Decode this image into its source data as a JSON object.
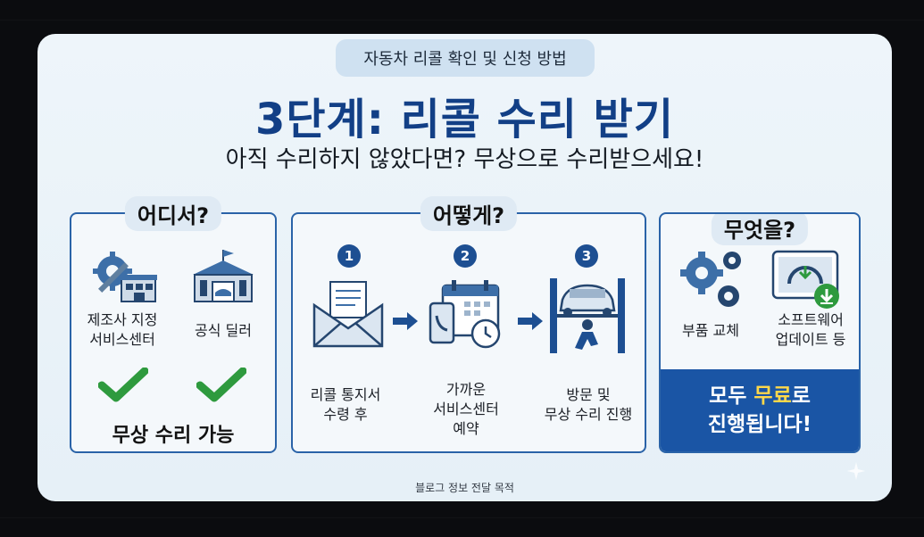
{
  "header": {
    "pill": "자동차 리콜 확인 및 신청 방법"
  },
  "title": "3단계: 리콜 수리 받기",
  "subtitle": "아직 수리하지 않았다면? 무상으로 수리받으세요!",
  "where": {
    "heading": "어디서?",
    "items": [
      {
        "label1": "제조사 지정",
        "label2": "서비스센터",
        "icon": "service-center-icon"
      },
      {
        "label1": "공식 딜러",
        "label2": "",
        "icon": "dealership-icon"
      }
    ],
    "note": "무상 수리 가능"
  },
  "how": {
    "heading": "어떻게?",
    "steps": [
      {
        "num": "1",
        "label1": "리콜 통지서",
        "label2": "수령 후",
        "label3": "",
        "icon": "envelope-icon"
      },
      {
        "num": "2",
        "label1": "가까운",
        "label2": "서비스센터",
        "label3": "예약",
        "icon": "calendar-phone-icon"
      },
      {
        "num": "3",
        "label1": "방문 및",
        "label2": "무상 수리 진행",
        "label3": "",
        "icon": "car-lift-icon"
      }
    ]
  },
  "what": {
    "heading": "무엇을?",
    "items": [
      {
        "label1": "부품 교체",
        "label2": "",
        "icon": "gears-icon"
      },
      {
        "label1": "소프트웨어",
        "label2": "업데이트 등",
        "icon": "software-update-icon"
      }
    ],
    "band_pre": "모두 ",
    "band_hl": "무료",
    "band_post": "로",
    "band_line2": "진행됩니다!"
  },
  "footer": "블로그 정보 전달 목적",
  "colors": {
    "accent": "#123f86",
    "panel_border": "#2a63a8",
    "check": "#2e9a3e",
    "band": "#1a55a5",
    "highlight": "#ffd84a"
  }
}
